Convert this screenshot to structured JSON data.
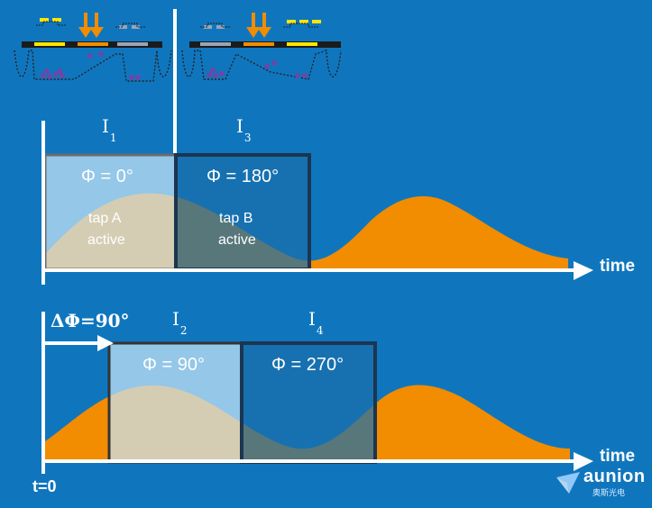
{
  "top_panel": {
    "intensity_label": "I",
    "intensity_sub_1": "1",
    "intensity_sub_3": "3",
    "window_1": {
      "phase": "Φ = 0°",
      "tap_name": "tap A",
      "tap_state": "active"
    },
    "window_3": {
      "phase": "Φ = 180°",
      "tap_name": "tap B",
      "tap_state": "active"
    },
    "axis_label": "time"
  },
  "bottom_panel": {
    "delta_phase": "ΔΦ=90°",
    "intensity_label": "I",
    "intensity_sub_2": "2",
    "intensity_sub_4": "4",
    "window_2": {
      "phase": "Φ = 90°"
    },
    "window_4": {
      "phase": "Φ = 270°"
    },
    "axis_label": "time",
    "origin_label": "t=0"
  },
  "logo": {
    "name": "aunion",
    "subtitle": "奥斯光电"
  },
  "colors": {
    "background": "#0f76be",
    "signal": "#f28c00",
    "window_light": "#a9d4ef",
    "window_dark": "#1a4f7a",
    "axis": "#ffffff"
  },
  "icons": [
    "light-arrow-icon",
    "pixel-schematic-icon",
    "aunion-logo-icon"
  ]
}
